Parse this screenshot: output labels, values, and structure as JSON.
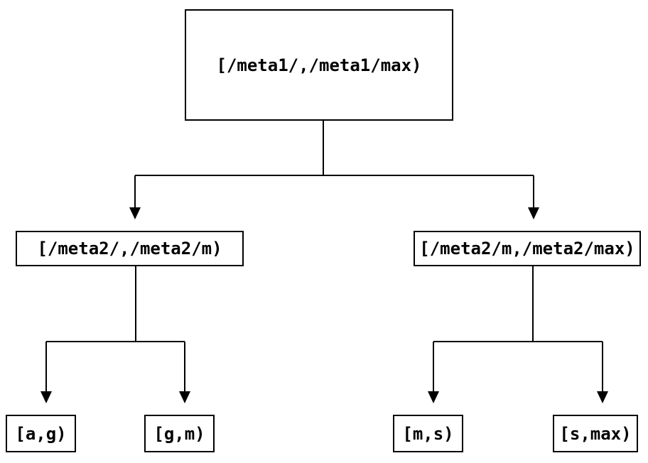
{
  "diagram": {
    "kind": "binary-interval-tree",
    "background_color": "#ffffff",
    "line_color": "#000000",
    "text_color": "#000000",
    "root": {
      "label": "[/meta1/,/meta1/max)",
      "children": [
        {
          "label": "[/meta2/,/meta2/m)",
          "children": [
            {
              "label": "[a,g)"
            },
            {
              "label": "[g,m)"
            }
          ]
        },
        {
          "label": "[/meta2/m,/meta2/max)",
          "children": [
            {
              "label": "[m,s)"
            },
            {
              "label": "[s,max)"
            }
          ]
        }
      ]
    }
  }
}
